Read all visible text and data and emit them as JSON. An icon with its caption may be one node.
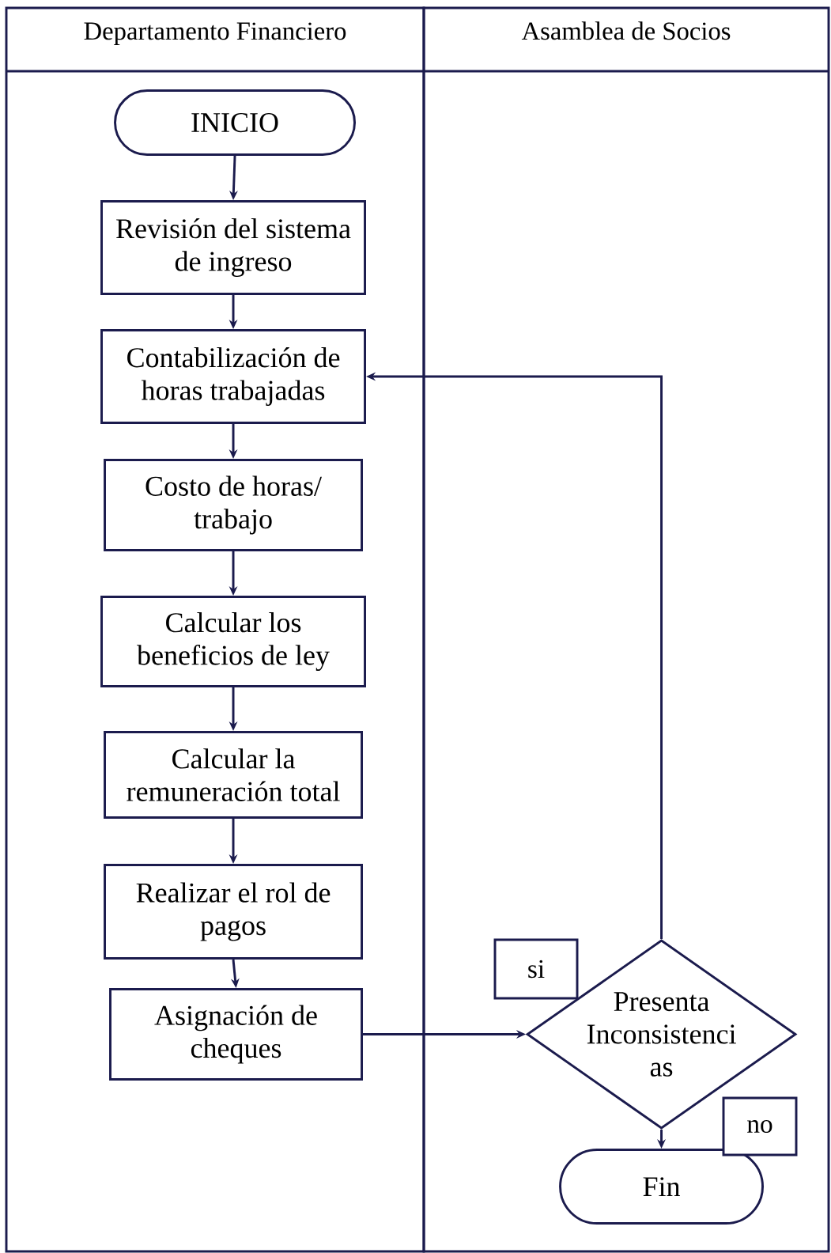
{
  "diagram": {
    "nodes": [
      {
        "text": [
          "Departamento Financiero"
        ]
      },
      {
        "text": [
          "Asamblea de Socios"
        ]
      },
      {
        "text": [
          "INICIO"
        ],
        "in": 0
      },
      {
        "text": [
          "Revisión del sistema de ingreso"
        ],
        "in": 0
      },
      {
        "text": [
          "Contabilización de horas trabajadas"
        ],
        "in": 0
      },
      {
        "text": [
          "Costo de horas/ trabajo"
        ],
        "in": 0
      },
      {
        "text": [
          "Calcular los beneficios de ley"
        ],
        "in": 0
      },
      {
        "text": [
          "Calcular la remuneración total"
        ],
        "in": 0
      },
      {
        "text": [
          "Realizar el rol de pagos"
        ],
        "in": 0
      },
      {
        "text": [
          "Asignación de cheques"
        ],
        "in": 0
      },
      {
        "text": [
          "Presenta Inconsistenci as"
        ],
        "in": 1
      },
      {
        "text": [
          "Fin"
        ],
        "in": 1
      }
    ],
    "edges": [
      {
        "from": 2,
        "to": 3,
        "arrow": "to"
      },
      {
        "from": 3,
        "to": 4,
        "arrow": "to"
      },
      {
        "from": 4,
        "to": 5,
        "arrow": "to"
      },
      {
        "from": 5,
        "to": 6,
        "arrow": "to"
      },
      {
        "from": 6,
        "to": 7,
        "arrow": "to"
      },
      {
        "from": 7,
        "to": 8,
        "arrow": "to"
      },
      {
        "from": 8,
        "to": 9,
        "arrow": "to"
      },
      {
        "from": 9,
        "to": 10,
        "arrow": "to"
      },
      {
        "from": 10,
        "to": 11,
        "arrow": "to",
        "label": "no"
      },
      {
        "from": 10,
        "to": 4,
        "arrow": "to",
        "label": "si"
      }
    ]
  }
}
